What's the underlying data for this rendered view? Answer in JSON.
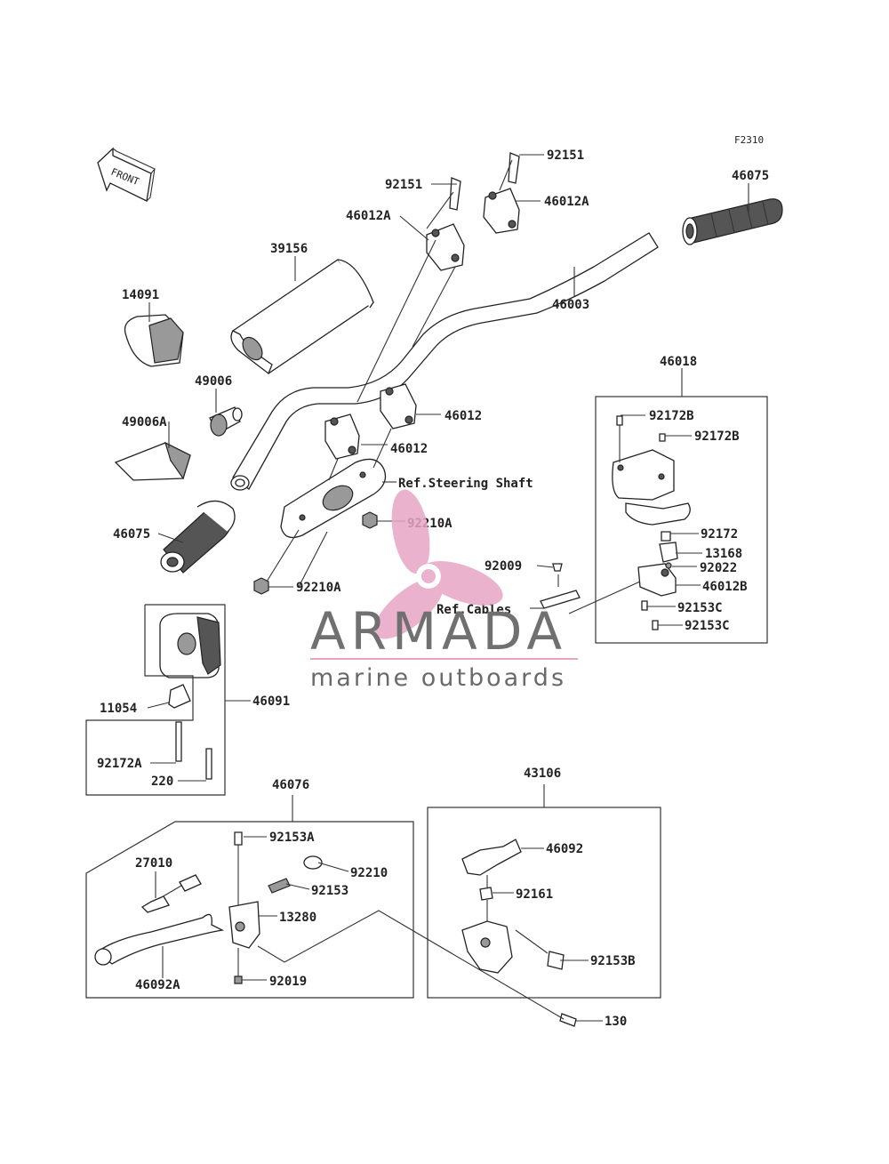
{
  "figure_code": "F2310",
  "front_label": "FRONT",
  "labels": {
    "p92151_left": "92151",
    "p92151_right": "92151",
    "p46075_right": "46075",
    "p46012A_left": "46012A",
    "p46012A_right": "46012A",
    "p39156": "39156",
    "p46003": "46003",
    "p14091": "14091",
    "p49006": "49006",
    "p49006A": "49006A",
    "p46012_upper": "46012",
    "p46012_lower": "46012",
    "ref_steering": "Ref.Steering Shaft",
    "p92210A_upper": "92210A",
    "p46075_left": "46075",
    "p92210A_lower": "92210A",
    "p46018": "46018",
    "p92172B_1": "92172B",
    "p92172B_2": "92172B",
    "p92172": "92172",
    "p13168": "13168",
    "p92022": "92022",
    "p46012B": "46012B",
    "p92153C_1": "92153C",
    "p92153C_2": "92153C",
    "p92009": "92009",
    "ref_cables": "Ref.Cables",
    "p11054": "11054",
    "p46091": "46091",
    "p92172A": "92172A",
    "p220": "220",
    "p46076": "46076",
    "p92153A": "92153A",
    "p27010": "27010",
    "p92210": "92210",
    "p92153": "92153",
    "p13280": "13280",
    "p46092A": "46092A",
    "p92019": "92019",
    "p43106": "43106",
    "p46092": "46092",
    "p92161": "92161",
    "p92153B": "92153B",
    "p130": "130"
  },
  "watermark": {
    "title": "ARMADA",
    "subtitle": "marine outboards",
    "logo_icon": "propeller-logo-icon",
    "colors": {
      "title": "#707070",
      "accent": "#e7a5c4",
      "subtitle": "#6a6a6a"
    }
  }
}
